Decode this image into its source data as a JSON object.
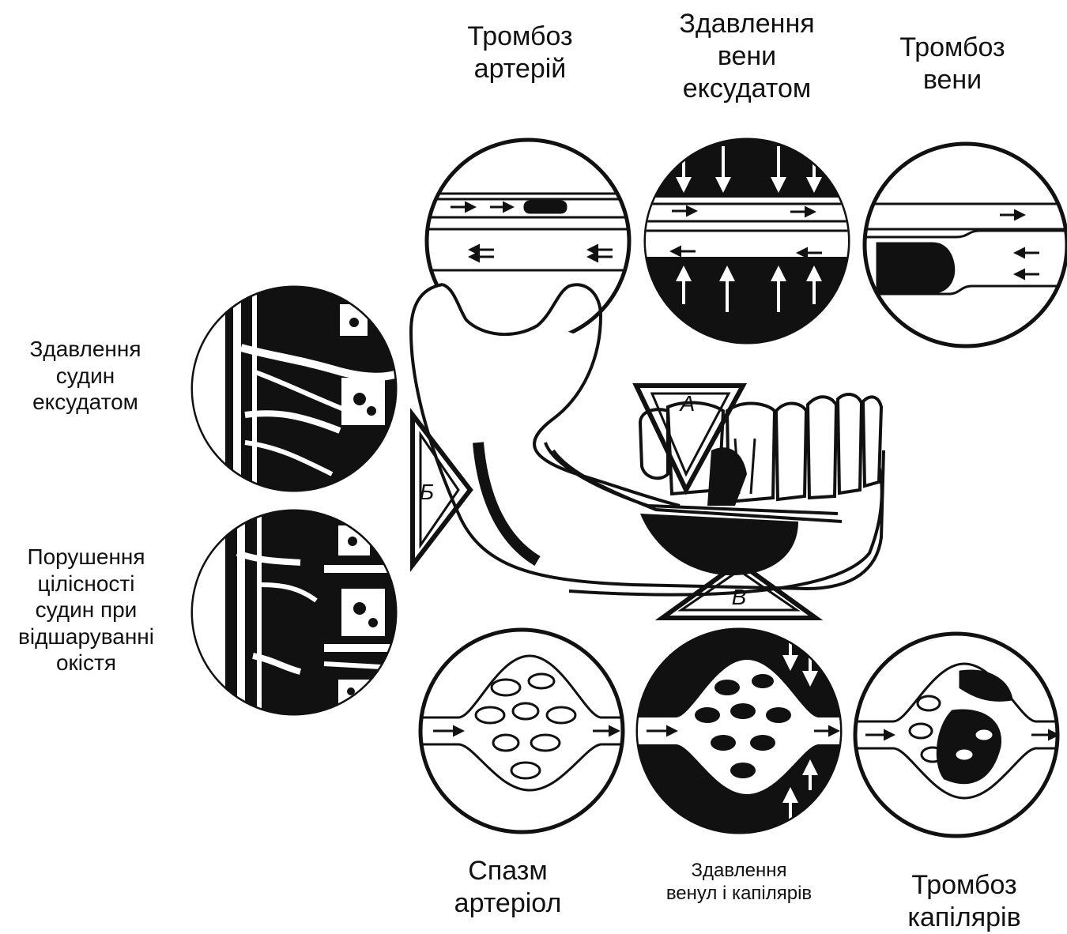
{
  "labels": {
    "artery_thrombosis": "Тромбоз\nартерій",
    "vein_compression": "Здавлення\nвени\nексудатом",
    "vein_thrombosis": "Тромбоз\nвени",
    "vessels_compression": "Здавлення\nсудин\nексудатом",
    "periosteum_detachment": "Порушення\nцілісності\nсудин при\nвідшаруванні\nокістя",
    "arteriole_spasm": "Спазм\nартеріол",
    "venule_capillary_compression": "Здавлення\nвенул і капілярів",
    "capillary_thrombosis": "Тромбоз\nкапілярів"
  },
  "markers": {
    "a": "А",
    "b": "Б",
    "v": "В"
  }
}
